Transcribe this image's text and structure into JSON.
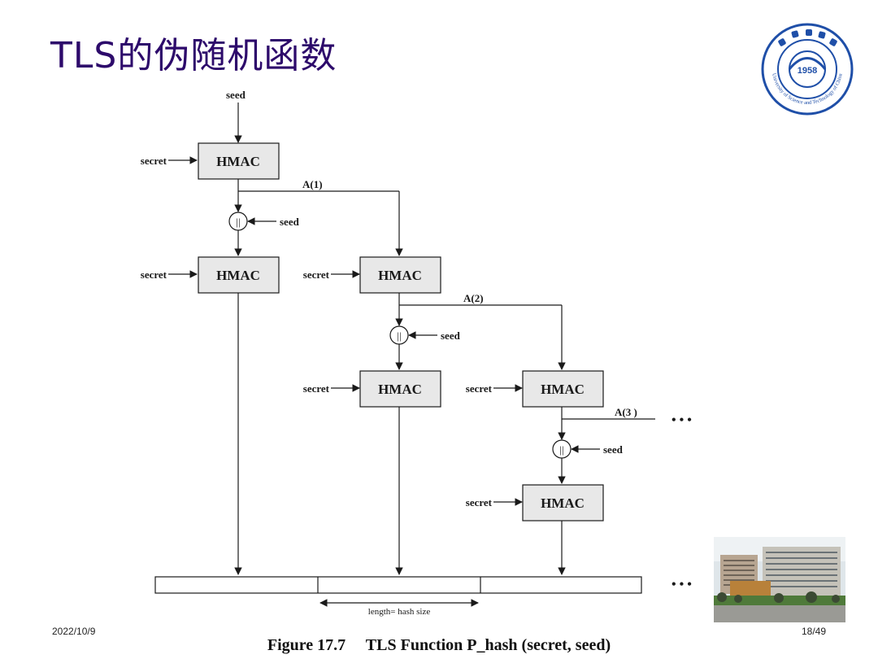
{
  "slide": {
    "title": "TLS的伪随机函数",
    "date": "2022/10/9",
    "page": "18/49"
  },
  "logo": {
    "year": "1958",
    "name": "University of Science and Technology of China"
  },
  "diagram": {
    "caption": "Figure 17.7     TLS Function P_hash (secret, seed)",
    "seed_label": "seed",
    "secret_label": "secret",
    "hmac_label": "HMAC",
    "concat_symbol": "||",
    "a_labels": [
      "A(1)",
      "A(2)",
      "A(3 )"
    ],
    "ellipsis": "• • •",
    "length_label": "length= hash size"
  },
  "colors": {
    "title": "#2d0a6b",
    "hmac_fill": "#e8e8e8",
    "line": "#1a1a1a",
    "logo_blue": "#1f4fa8"
  }
}
